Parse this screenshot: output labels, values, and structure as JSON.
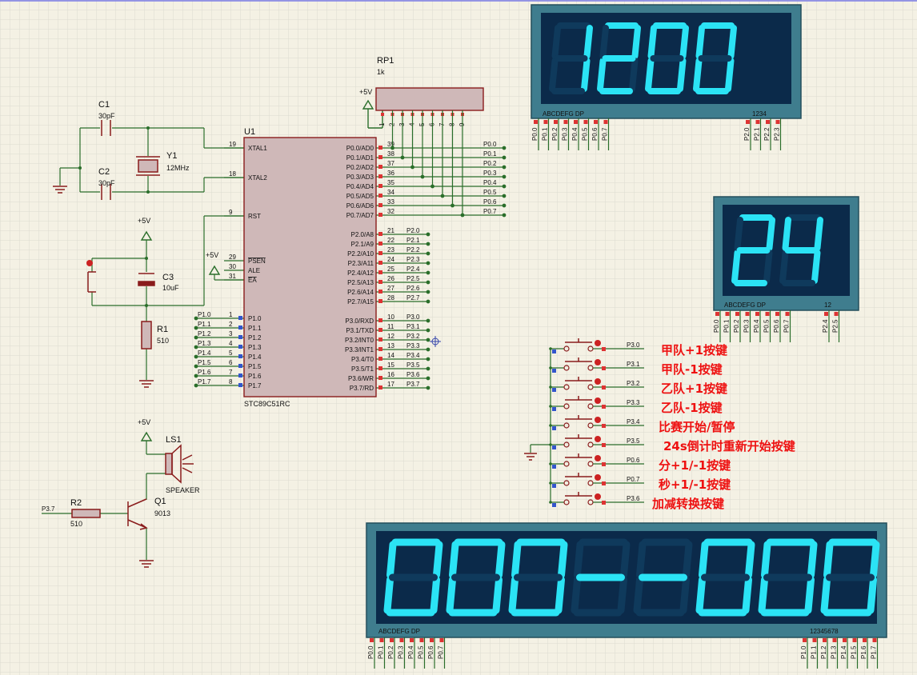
{
  "colors": {
    "background": "#f4f1e4",
    "grid": "#dcdcd0",
    "wire": "#2a6e2a",
    "component": "#8a1c1c",
    "chip_fill": "#cfb8b8",
    "display_bezel": "#3f7d8e",
    "display_face": "#0b2a4a",
    "segment_on": "#2be3f5",
    "segment_off": "#0f3a5c",
    "label_red": "#ee1111"
  },
  "components": {
    "c1": {
      "ref": "C1",
      "value": "30pF"
    },
    "c2": {
      "ref": "C2",
      "value": "30pF"
    },
    "y1": {
      "ref": "Y1",
      "value": "12MHz"
    },
    "c3": {
      "ref": "C3",
      "value": "10uF"
    },
    "r1": {
      "ref": "R1",
      "value": "510"
    },
    "rp1": {
      "ref": "RP1",
      "value": "1k"
    },
    "ls1": {
      "ref": "LS1",
      "value": "SPEAKER"
    },
    "q1": {
      "ref": "Q1",
      "value": "9013"
    },
    "r2": {
      "ref": "R2",
      "value": "510"
    },
    "vcc": "+5V",
    "p37_label": "P3.7"
  },
  "mcu": {
    "ref": "U1",
    "part": "STC89C51RC",
    "left_pins": [
      {
        "num": "19",
        "name": "XTAL1"
      },
      {
        "num": "18",
        "name": "XTAL2"
      },
      {
        "num": "9",
        "name": "RST"
      },
      {
        "num": "29",
        "name": "PSEN"
      },
      {
        "num": "30",
        "name": "ALE"
      },
      {
        "num": "31",
        "name": "EA"
      },
      {
        "num": "1",
        "name": "P1.0"
      },
      {
        "num": "2",
        "name": "P1.1"
      },
      {
        "num": "3",
        "name": "P1.2"
      },
      {
        "num": "4",
        "name": "P1.3"
      },
      {
        "num": "5",
        "name": "P1.4"
      },
      {
        "num": "6",
        "name": "P1.5"
      },
      {
        "num": "7",
        "name": "P1.6"
      },
      {
        "num": "8",
        "name": "P1.7"
      }
    ],
    "left_nets": [
      "P1.0",
      "P1.1",
      "P1.2",
      "P1.3",
      "P1.4",
      "P1.5",
      "P1.6",
      "P1.7"
    ],
    "right_pins": [
      {
        "num": "39",
        "name": "P0.0/AD0",
        "net": "P0.0"
      },
      {
        "num": "38",
        "name": "P0.1/AD1",
        "net": "P0.1"
      },
      {
        "num": "37",
        "name": "P0.2/AD2",
        "net": "P0.2"
      },
      {
        "num": "36",
        "name": "P0.3/AD3",
        "net": "P0.3"
      },
      {
        "num": "35",
        "name": "P0.4/AD4",
        "net": "P0.4"
      },
      {
        "num": "34",
        "name": "P0.5/AD5",
        "net": "P0.5"
      },
      {
        "num": "33",
        "name": "P0.6/AD6",
        "net": "P0.6"
      },
      {
        "num": "32",
        "name": "P0.7/AD7",
        "net": "P0.7"
      },
      {
        "num": "21",
        "name": "P2.0/A8",
        "net": "P2.0"
      },
      {
        "num": "22",
        "name": "P2.1/A9",
        "net": "P2.1"
      },
      {
        "num": "23",
        "name": "P2.2/A10",
        "net": "P2.2"
      },
      {
        "num": "24",
        "name": "P2.3/A11",
        "net": "P2.3"
      },
      {
        "num": "25",
        "name": "P2.4/A12",
        "net": "P2.4"
      },
      {
        "num": "26",
        "name": "P2.5/A13",
        "net": "P2.5"
      },
      {
        "num": "27",
        "name": "P2.6/A14",
        "net": "P2.6"
      },
      {
        "num": "28",
        "name": "P2.7/A15",
        "net": "P2.7"
      },
      {
        "num": "10",
        "name": "P3.0/RXD",
        "net": "P3.0"
      },
      {
        "num": "11",
        "name": "P3.1/TXD",
        "net": "P3.1"
      },
      {
        "num": "12",
        "name": "P3.2/INT0",
        "net": "P3.2"
      },
      {
        "num": "13",
        "name": "P3.3/INT1",
        "net": "P3.3"
      },
      {
        "num": "14",
        "name": "P3.4/T0",
        "net": "P3.4"
      },
      {
        "num": "15",
        "name": "P3.5/T1",
        "net": "P3.5"
      },
      {
        "num": "16",
        "name": "P3.6/WR",
        "net": "P3.6"
      },
      {
        "num": "17",
        "name": "P3.7/RD",
        "net": "P3.7"
      }
    ]
  },
  "rp1_pins": [
    "1",
    "2",
    "3",
    "4",
    "5",
    "6",
    "7",
    "8",
    "9"
  ],
  "displays": [
    {
      "id": "score-display",
      "digits": "1200",
      "seg_label": "ABCDEFG DP",
      "digit_label": "1234",
      "seg_pins": [
        "P0.0",
        "P0.1",
        "P0.2",
        "P0.3",
        "P0.4",
        "P0.5",
        "P0.6",
        "P0.7"
      ],
      "digit_pins": [
        "P2.0",
        "P2.1",
        "P2.2",
        "P2.3"
      ]
    },
    {
      "id": "shot-clock-display",
      "digits": "24",
      "seg_label": "ABCDEFG DP",
      "digit_label": "12",
      "seg_pins": [
        "P0.0",
        "P0.1",
        "P0.2",
        "P0.3",
        "P0.4",
        "P0.5",
        "P0.6",
        "P0.7"
      ],
      "digit_pins": [
        "P2.4",
        "P2.5"
      ]
    },
    {
      "id": "game-score-display",
      "digits": "000--000",
      "seg_label": "ABCDEFG DP",
      "digit_label": "12345678",
      "seg_pins": [
        "P0.0",
        "P0.1",
        "P0.2",
        "P0.3",
        "P0.4",
        "P0.5",
        "P0.6",
        "P0.7"
      ],
      "digit_pins": [
        "P1.0",
        "P1.1",
        "P1.2",
        "P1.3",
        "P1.4",
        "P1.5",
        "P1.6",
        "P1.7"
      ]
    }
  ],
  "buttons": [
    {
      "net": "P3.0",
      "label": "甲队+1按键"
    },
    {
      "net": "P3.1",
      "label": "甲队-1按键"
    },
    {
      "net": "P3.2",
      "label": "乙队+1按键"
    },
    {
      "net": "P3.3",
      "label": "乙队-1按键"
    },
    {
      "net": "P3.4",
      "label": "比赛开始/暂停"
    },
    {
      "net": "P3.5",
      "label": "24s倒计时重新开始按键"
    },
    {
      "net": "P0.6",
      "label": "分+1/-1按键"
    },
    {
      "net": "P0.7",
      "label": "秒+1/-1按键"
    },
    {
      "net": "P3.6",
      "label": "加减转换按键"
    }
  ]
}
